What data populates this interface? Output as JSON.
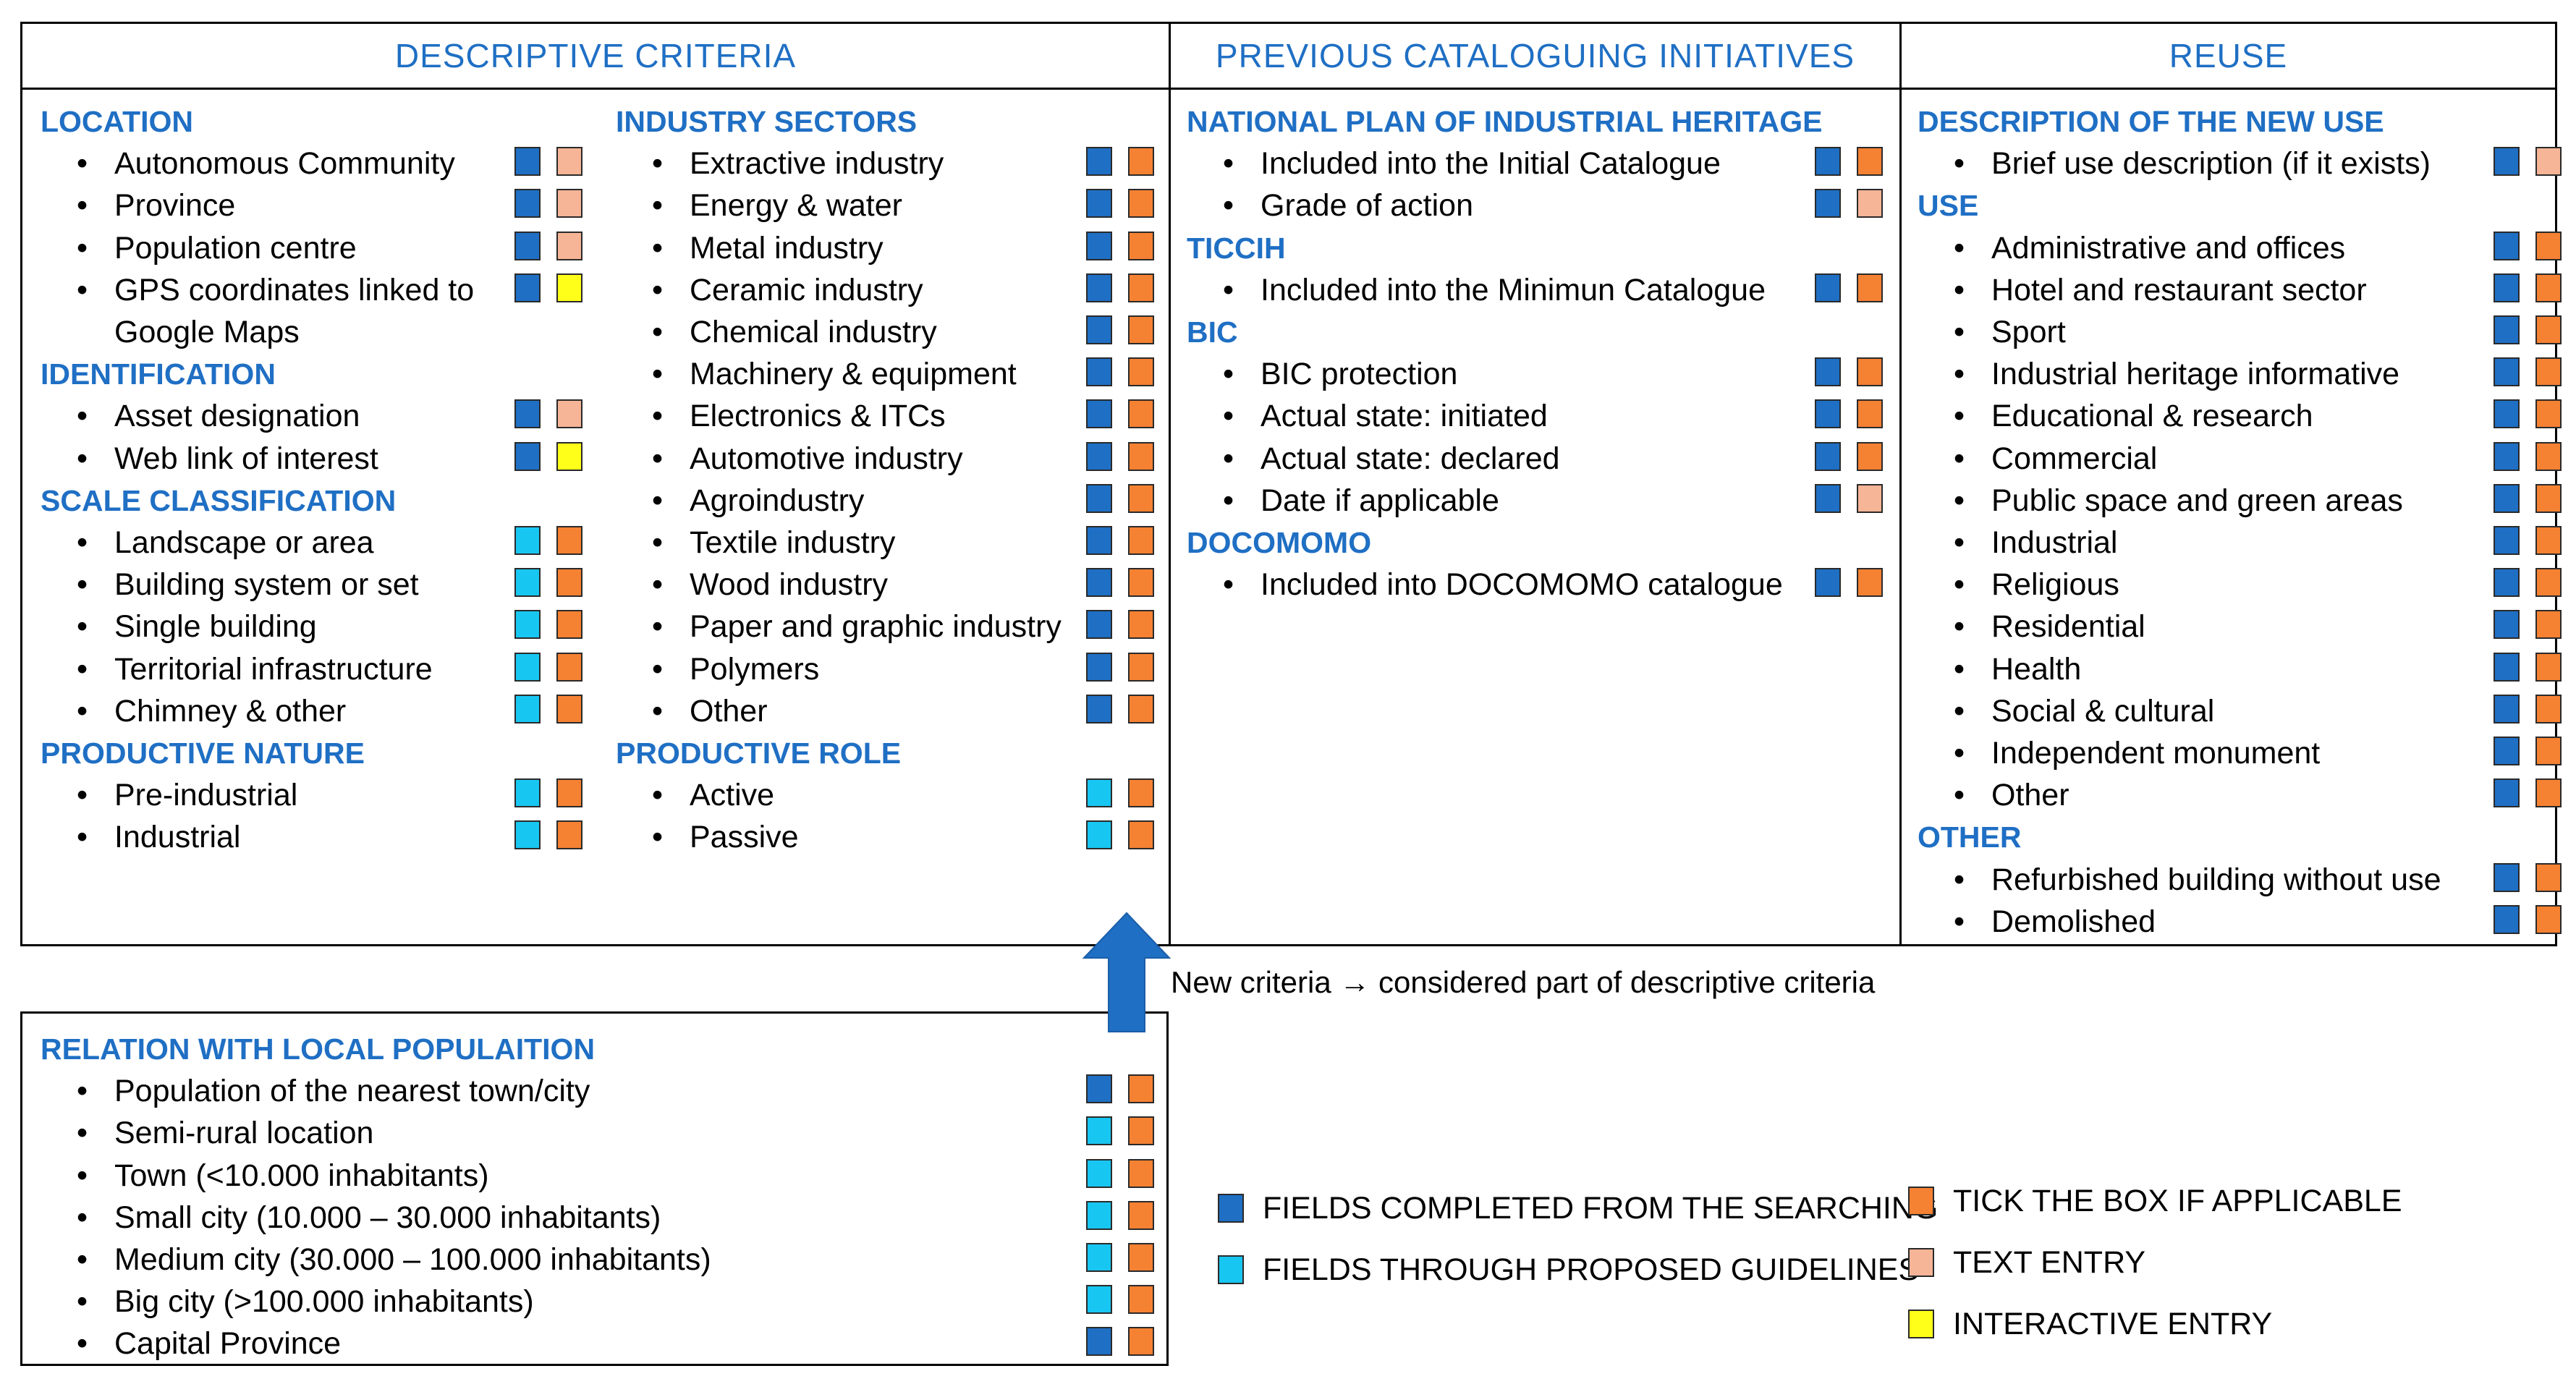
{
  "colors": {
    "dark_blue": "#1f6fc4",
    "light_blue": "#18c6f2",
    "orange": "#f58133",
    "peach": "#f6b596",
    "yellow": "#ffff1a"
  },
  "headers": {
    "descriptive": "DESCRIPTIVE CRITERIA",
    "previous": "PREVIOUS CATALOGUING INITIATIVES",
    "reuse": "REUSE"
  },
  "descriptive_left": [
    {
      "title": "LOCATION",
      "items": [
        {
          "text": "Autonomous Community",
          "a": "dark",
          "b": "peach"
        },
        {
          "text": "Province",
          "a": "dark",
          "b": "peach"
        },
        {
          "text": "Population centre",
          "a": "dark",
          "b": "peach"
        },
        {
          "text": "GPS coordinates linked to",
          "a": "dark",
          "b": "yellow"
        },
        {
          "text": "Google Maps",
          "cont": true
        }
      ]
    },
    {
      "title": "IDENTIFICATION",
      "items": [
        {
          "text": "Asset designation",
          "a": "dark",
          "b": "peach"
        },
        {
          "text": "Web link of interest",
          "a": "dark",
          "b": "yellow"
        }
      ]
    },
    {
      "title": "SCALE CLASSIFICATION",
      "items": [
        {
          "text": "Landscape or area",
          "a": "cyan",
          "b": "orange"
        },
        {
          "text": "Building system or set",
          "a": "cyan",
          "b": "orange"
        },
        {
          "text": "Single building",
          "a": "cyan",
          "b": "orange"
        },
        {
          "text": "Territorial infrastructure",
          "a": "cyan",
          "b": "orange"
        },
        {
          "text": "Chimney & other",
          "a": "cyan",
          "b": "orange"
        }
      ]
    },
    {
      "title": "PRODUCTIVE NATURE",
      "items": [
        {
          "text": "Pre-industrial",
          "a": "cyan",
          "b": "orange"
        },
        {
          "text": "Industrial",
          "a": "cyan",
          "b": "orange"
        }
      ]
    }
  ],
  "descriptive_right": [
    {
      "title": "INDUSTRY SECTORS",
      "items": [
        {
          "text": "Extractive industry",
          "a": "dark",
          "b": "orange"
        },
        {
          "text": "Energy & water",
          "a": "dark",
          "b": "orange"
        },
        {
          "text": "Metal industry",
          "a": "dark",
          "b": "orange"
        },
        {
          "text": "Ceramic industry",
          "a": "dark",
          "b": "orange"
        },
        {
          "text": "Chemical industry",
          "a": "dark",
          "b": "orange"
        },
        {
          "text": "Machinery & equipment",
          "a": "dark",
          "b": "orange"
        },
        {
          "text": "Electronics & ITCs",
          "a": "dark",
          "b": "orange"
        },
        {
          "text": "Automotive industry",
          "a": "dark",
          "b": "orange"
        },
        {
          "text": "Agroindustry",
          "a": "dark",
          "b": "orange"
        },
        {
          "text": "Textile industry",
          "a": "dark",
          "b": "orange"
        },
        {
          "text": "Wood industry",
          "a": "dark",
          "b": "orange"
        },
        {
          "text": "Paper and graphic industry",
          "a": "dark",
          "b": "orange"
        },
        {
          "text": "Polymers",
          "a": "dark",
          "b": "orange"
        },
        {
          "text": "Other",
          "a": "dark",
          "b": "orange"
        }
      ]
    },
    {
      "title": "PRODUCTIVE ROLE",
      "items": [
        {
          "text": "Active",
          "a": "cyan",
          "b": "orange"
        },
        {
          "text": "Passive",
          "a": "cyan",
          "b": "orange"
        }
      ]
    }
  ],
  "previous": [
    {
      "title": "NATIONAL PLAN OF INDUSTRIAL HERITAGE",
      "items": [
        {
          "text": "Included into the Initial Catalogue",
          "a": "dark",
          "b": "orange"
        },
        {
          "text": "Grade of action",
          "a": "dark",
          "b": "peach"
        }
      ]
    },
    {
      "title": "TICCIH",
      "items": [
        {
          "text": "Included into the Minimun Catalogue",
          "a": "dark",
          "b": "orange"
        }
      ]
    },
    {
      "title": "BIC",
      "items": [
        {
          "text": "BIC protection",
          "a": "dark",
          "b": "orange"
        },
        {
          "text": "Actual state: initiated",
          "a": "dark",
          "b": "orange"
        },
        {
          "text": "Actual state: declared",
          "a": "dark",
          "b": "orange"
        },
        {
          "text": "Date if applicable",
          "a": "dark",
          "b": "peach"
        }
      ]
    },
    {
      "title": "DOCOMOMO",
      "items": [
        {
          "text": "Included into DOCOMOMO catalogue",
          "a": "dark",
          "b": "orange"
        }
      ]
    }
  ],
  "reuse": [
    {
      "title": "DESCRIPTION OF THE NEW USE",
      "items": [
        {
          "text": "Brief use description (if it exists)",
          "a": "dark",
          "b": "peach"
        }
      ]
    },
    {
      "title": "USE",
      "items": [
        {
          "text": "Administrative and offices",
          "a": "dark",
          "b": "orange"
        },
        {
          "text": "Hotel and restaurant sector",
          "a": "dark",
          "b": "orange"
        },
        {
          "text": "Sport",
          "a": "dark",
          "b": "orange"
        },
        {
          "text": "Industrial heritage informative",
          "a": "dark",
          "b": "orange"
        },
        {
          "text": "Educational & research",
          "a": "dark",
          "b": "orange"
        },
        {
          "text": "Commercial",
          "a": "dark",
          "b": "orange"
        },
        {
          "text": "Public space and green areas",
          "a": "dark",
          "b": "orange"
        },
        {
          "text": "Industrial",
          "a": "dark",
          "b": "orange"
        },
        {
          "text": "Religious",
          "a": "dark",
          "b": "orange"
        },
        {
          "text": "Residential",
          "a": "dark",
          "b": "orange"
        },
        {
          "text": "Health",
          "a": "dark",
          "b": "orange"
        },
        {
          "text": "Social & cultural",
          "a": "dark",
          "b": "orange"
        },
        {
          "text": "Independent monument",
          "a": "dark",
          "b": "orange"
        },
        {
          "text": "Other",
          "a": "dark",
          "b": "orange"
        }
      ]
    },
    {
      "title": "OTHER",
      "items": [
        {
          "text": "Refurbished building without use",
          "a": "dark",
          "b": "orange"
        },
        {
          "text": "Demolished",
          "a": "dark",
          "b": "orange"
        }
      ]
    }
  ],
  "relation": {
    "title": "RELATION WITH LOCAL POPULAITION",
    "items": [
      {
        "text": "Population of the nearest town/city",
        "a": "dark",
        "b": "orange"
      },
      {
        "text": "Semi-rural location",
        "a": "cyan",
        "b": "orange"
      },
      {
        "text": "Town (<10.000 inhabitants)",
        "a": "cyan",
        "b": "orange"
      },
      {
        "text": "Small city (10.000 – 30.000 inhabitants)",
        "a": "cyan",
        "b": "orange"
      },
      {
        "text": "Medium city (30.000 – 100.000 inhabitants)",
        "a": "cyan",
        "b": "orange"
      },
      {
        "text": "Big city (>100.000 inhabitants)",
        "a": "cyan",
        "b": "orange"
      },
      {
        "text": "Capital Province",
        "a": "dark",
        "b": "orange"
      }
    ]
  },
  "arrow_note": "New criteria → considered part of descriptive criteria",
  "legend": {
    "dark": "FIELDS COMPLETED FROM THE SEARCHING",
    "cyan": "FIELDS THROUGH PROPOSED GUIDELINES",
    "orange": "TICK THE BOX IF APPLICABLE",
    "peach": "TEXT ENTRY",
    "yellow": "INTERACTIVE ENTRY"
  }
}
